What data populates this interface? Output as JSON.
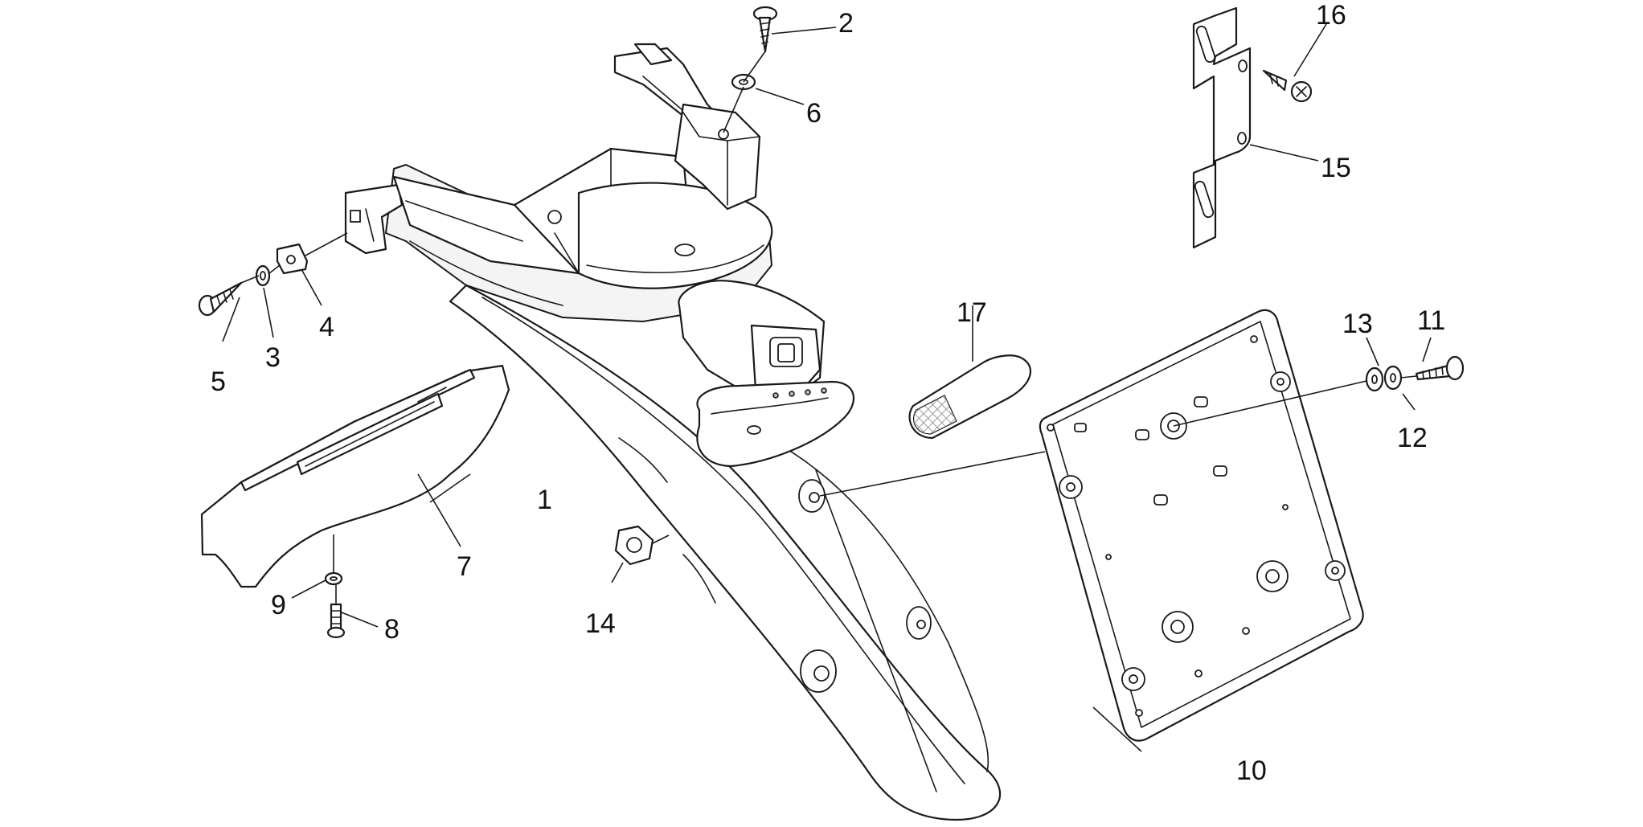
{
  "callouts": [
    {
      "id": "1",
      "text": "1"
    },
    {
      "id": "2",
      "text": "2"
    },
    {
      "id": "3",
      "text": "3"
    },
    {
      "id": "4",
      "text": "4"
    },
    {
      "id": "5",
      "text": "5"
    },
    {
      "id": "6",
      "text": "6"
    },
    {
      "id": "7",
      "text": "7"
    },
    {
      "id": "8",
      "text": "8"
    },
    {
      "id": "9",
      "text": "9"
    },
    {
      "id": "10",
      "text": "10"
    },
    {
      "id": "11",
      "text": "11"
    },
    {
      "id": "12",
      "text": "12"
    },
    {
      "id": "13",
      "text": "13"
    },
    {
      "id": "14",
      "text": "14"
    },
    {
      "id": "15",
      "text": "15"
    },
    {
      "id": "16",
      "text": "16"
    },
    {
      "id": "17",
      "text": "17"
    }
  ],
  "colors": {
    "line": "#1a1a1a",
    "background": "#ffffff",
    "reflector_hatch": "#9a9a9a"
  }
}
